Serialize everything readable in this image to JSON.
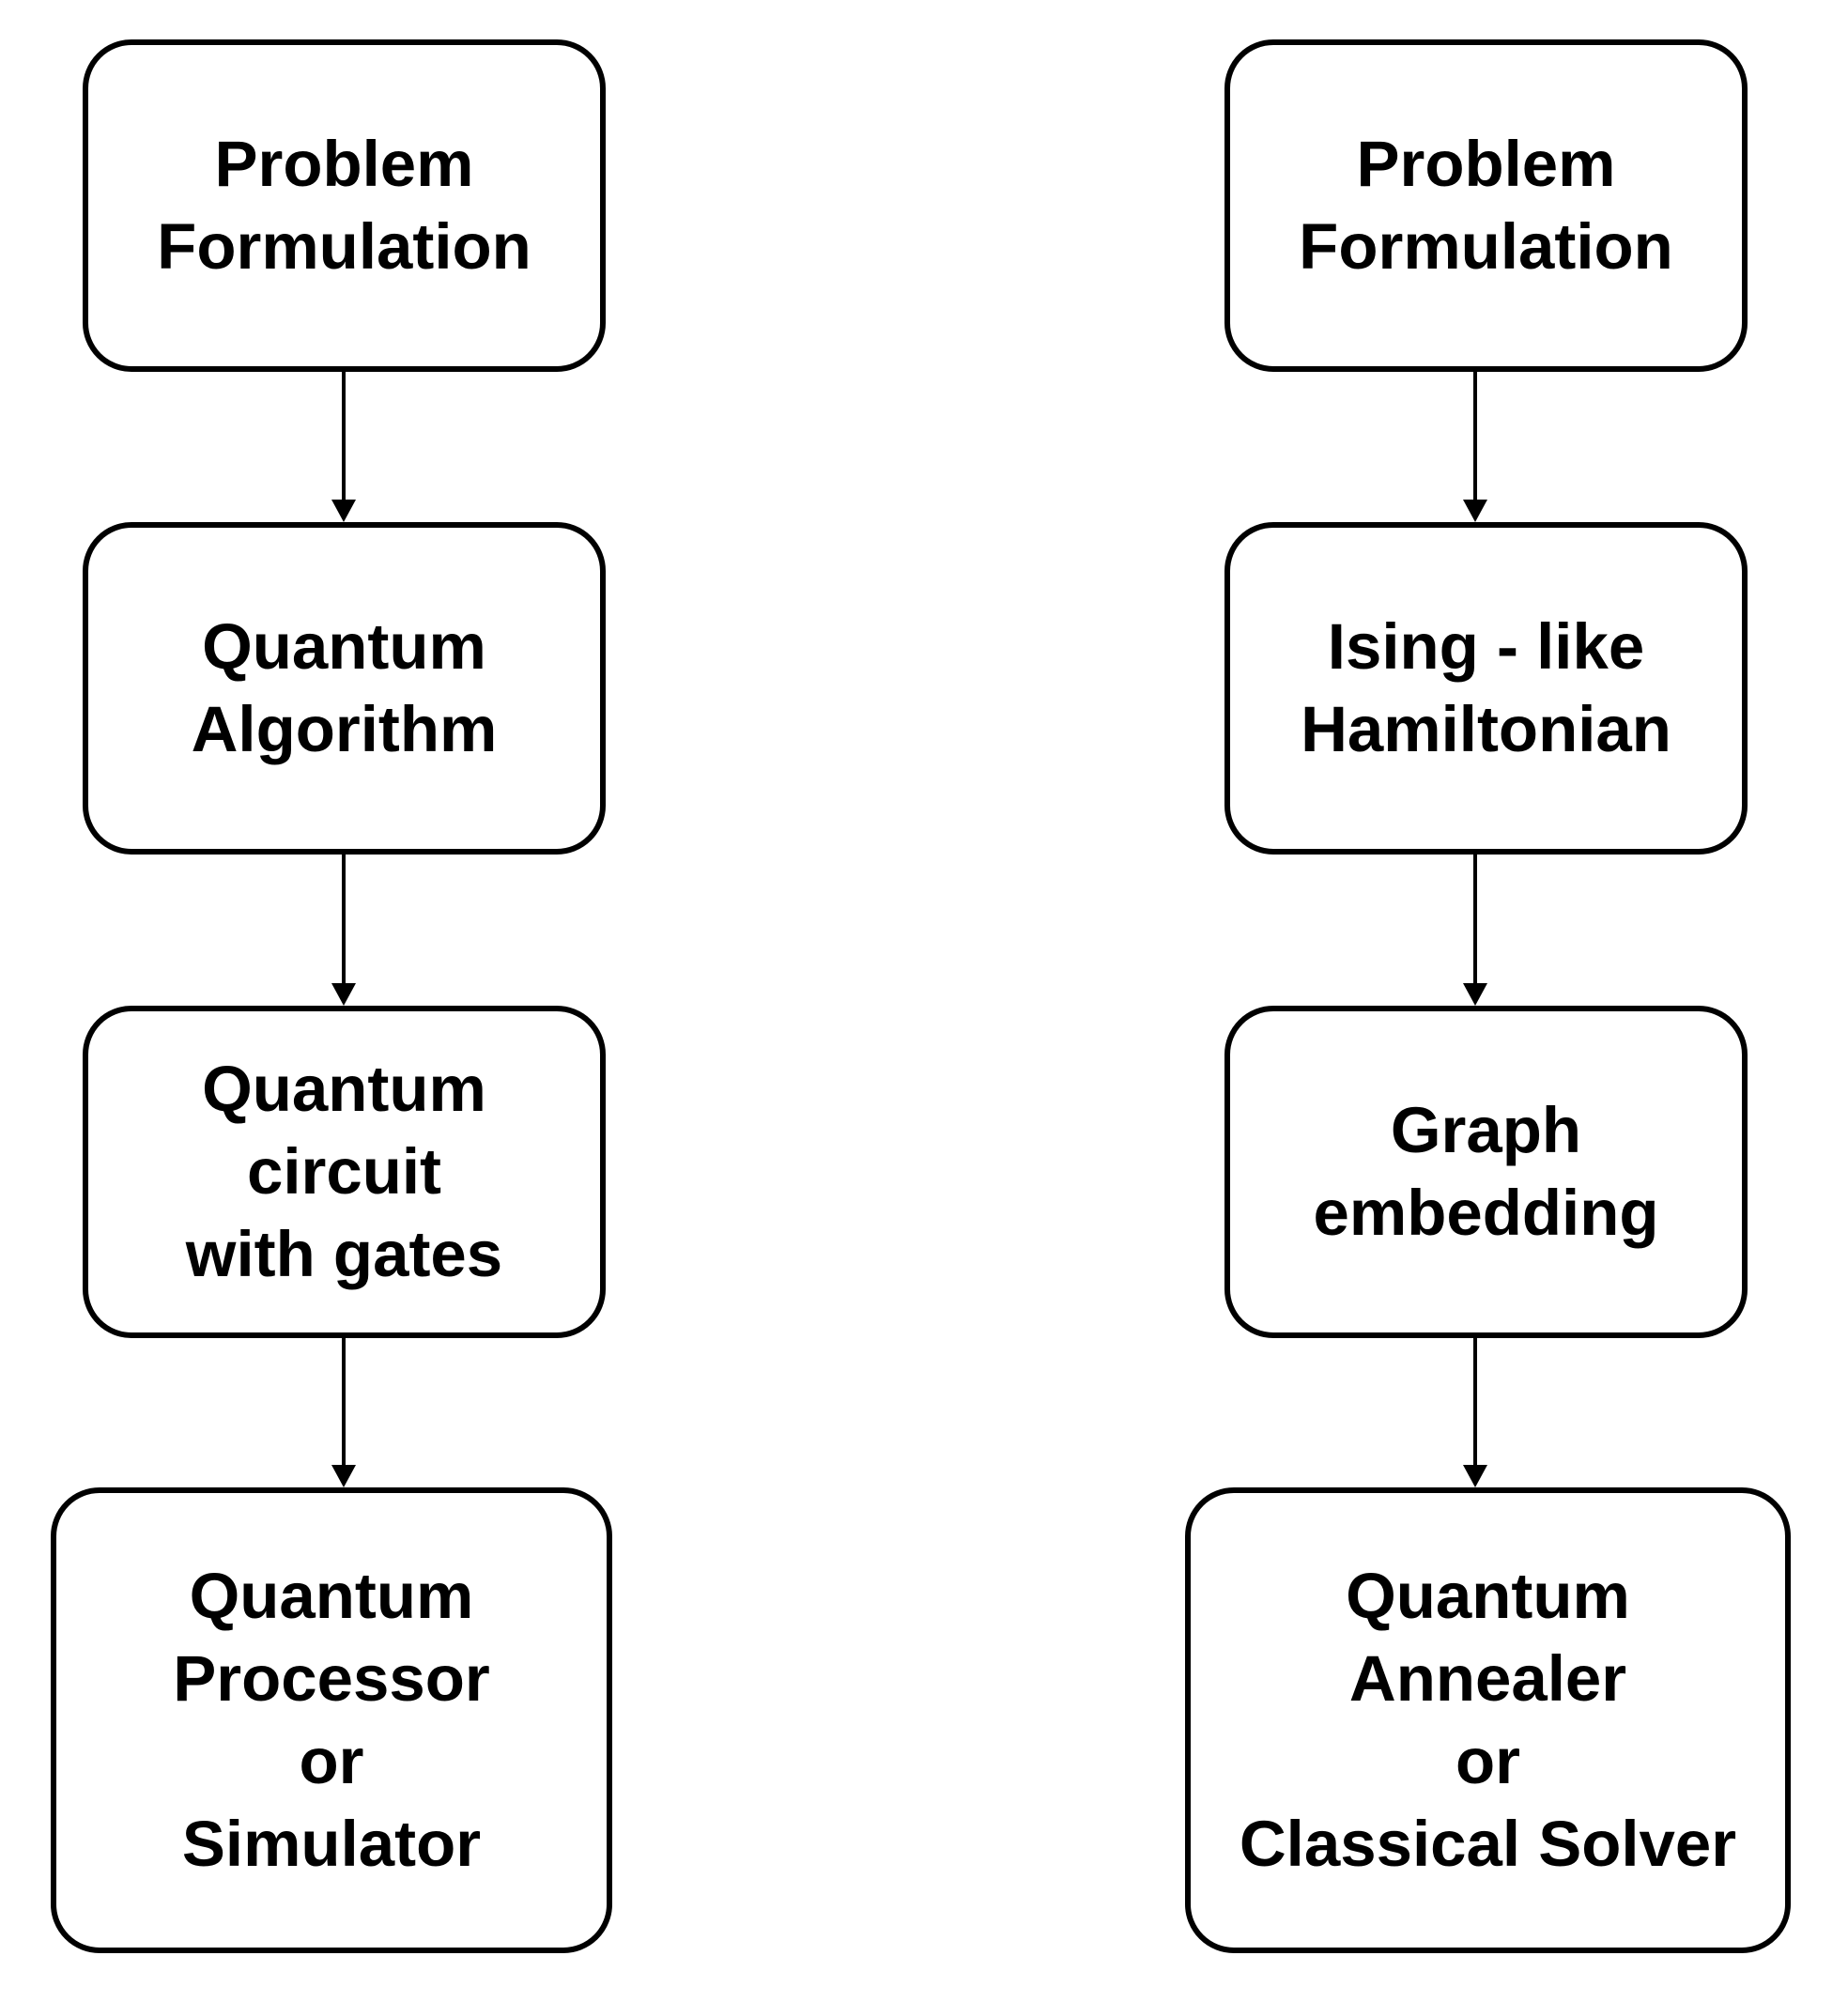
{
  "left_flow": [
    {
      "lines": [
        "Problem",
        "Formulation"
      ]
    },
    {
      "lines": [
        "Quantum",
        "Algorithm"
      ]
    },
    {
      "lines": [
        "Quantum",
        "circuit",
        "with gates"
      ]
    },
    {
      "lines": [
        "Quantum",
        "Processor",
        "or",
        "Simulator"
      ]
    }
  ],
  "right_flow": [
    {
      "lines": [
        "Problem",
        "Formulation"
      ]
    },
    {
      "lines": [
        "Ising - like",
        "Hamiltonian"
      ]
    },
    {
      "lines": [
        "Graph",
        "embedding"
      ]
    },
    {
      "lines": [
        "Quantum",
        "Annealer",
        "or",
        "Classical Solver"
      ]
    }
  ],
  "colors": {
    "stroke": "#000000",
    "background": "#ffffff"
  }
}
